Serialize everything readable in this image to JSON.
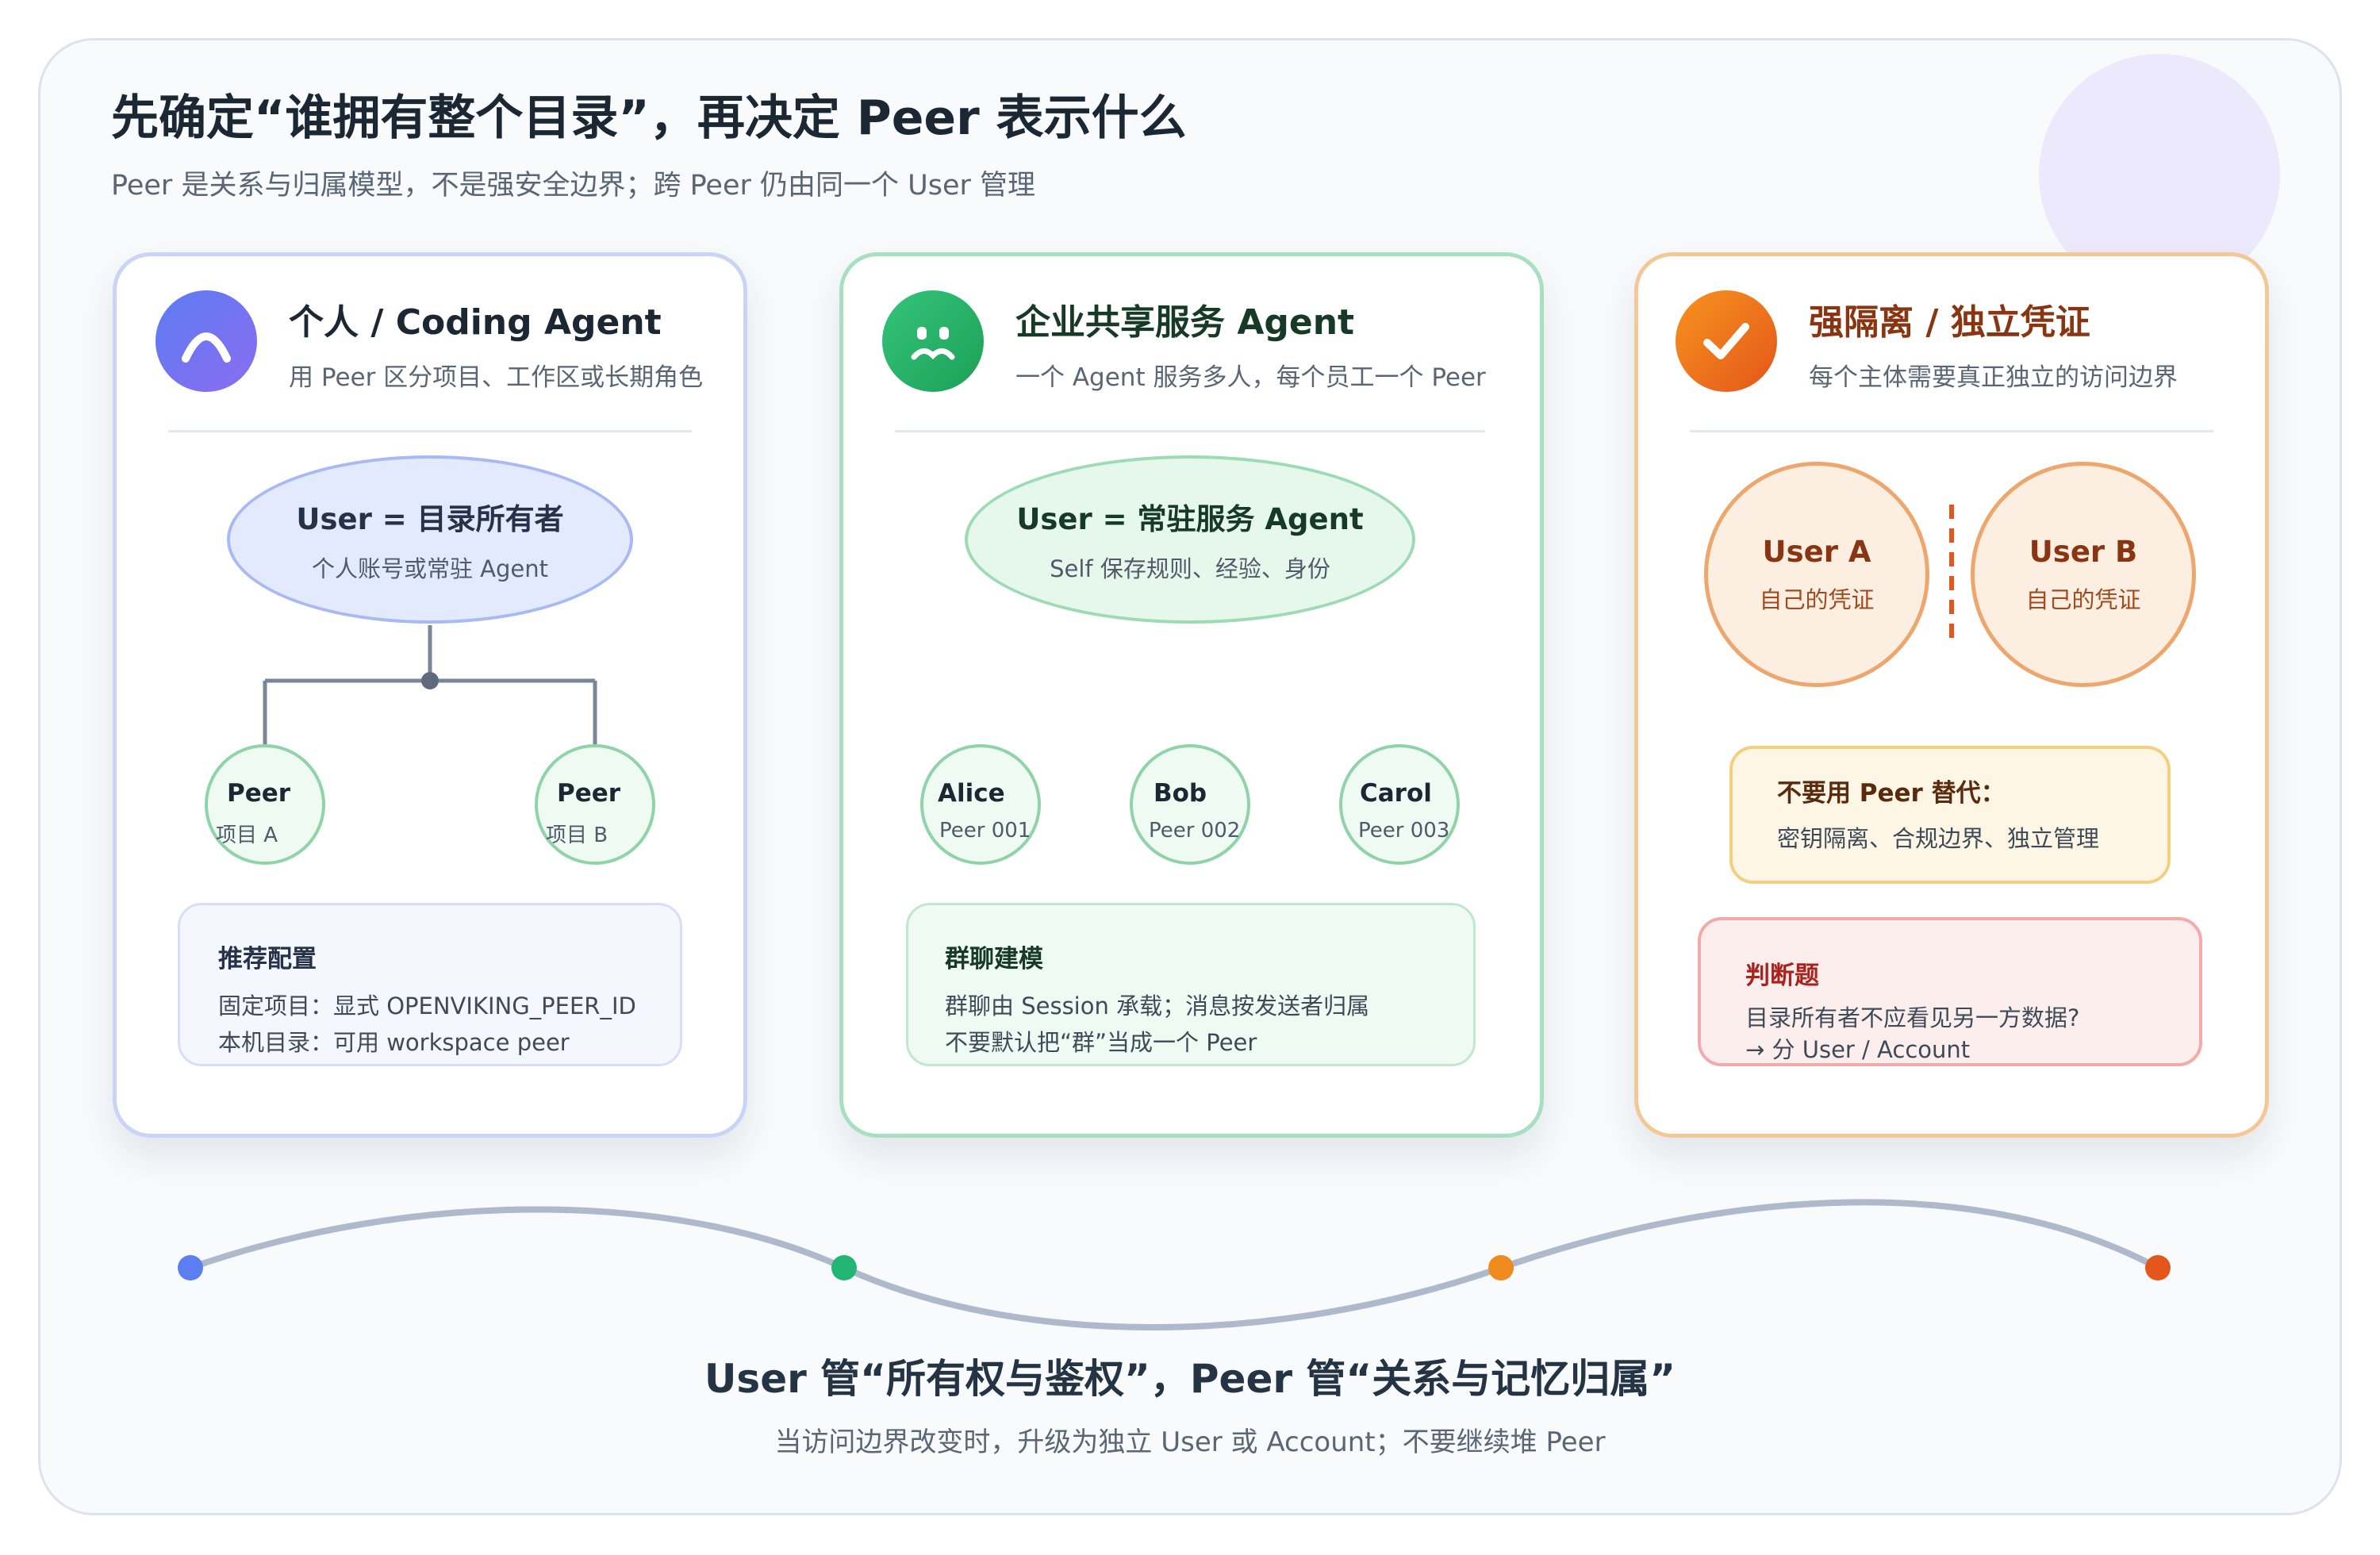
{
  "header": {
    "title": "先确定“谁拥有整个目录”，再决定 Peer 表示什么",
    "subtitle": "Peer 是关系与归属模型，不是强安全边界；跨 Peer 仍由同一个 User 管理"
  },
  "cards": [
    {
      "title": "个人 / Coding Agent",
      "subtitle": "用 Peer 区分项目、工作区或长期角色",
      "icon": "arch-icon",
      "owner": {
        "title": "User = 目录所有者",
        "subtitle": "个人账号或常驻 Agent"
      },
      "peers": [
        {
          "name": "Peer",
          "sub": "项目 A"
        },
        {
          "name": "Peer",
          "sub": "项目 B"
        }
      ],
      "note": {
        "heading": "推荐配置",
        "lines": [
          "固定项目：显式 OPENVIKING_PEER_ID",
          "本机目录：可用 workspace peer"
        ]
      }
    },
    {
      "title": "企业共享服务 Agent",
      "subtitle": "一个 Agent 服务多人，每个员工一个 Peer",
      "icon": "face-icon",
      "owner": {
        "title": "User = 常驻服务 Agent",
        "subtitle": "Self 保存规则、经验、身份"
      },
      "peers": [
        {
          "name": "Alice",
          "sub": "Peer 001"
        },
        {
          "name": "Bob",
          "sub": "Peer 002"
        },
        {
          "name": "Carol",
          "sub": "Peer 003"
        }
      ],
      "note": {
        "heading": "群聊建模",
        "lines": [
          "群聊由 Session 承载；消息按发送者归属",
          "不要默认把“群”当成一个 Peer"
        ]
      }
    },
    {
      "title": "强隔离 / 独立凭证",
      "subtitle": "每个主体需要真正独立的访问边界",
      "icon": "check-icon",
      "users": [
        {
          "name": "User A",
          "sub": "自己的凭证"
        },
        {
          "name": "User B",
          "sub": "自己的凭证"
        }
      ],
      "warning": {
        "heading": "不要用 Peer 替代：",
        "line": "密钥隔离、合规边界、独立管理"
      },
      "judge": {
        "heading": "判断题",
        "lines": [
          "目录所有者不应看见另一方数据?",
          "→ 分 User / Account"
        ]
      }
    }
  ],
  "footer": {
    "title": "User 管“所有权与鉴权”，Peer 管“关系与记忆归属”",
    "subtitle": "当访问边界改变时，升级为独立 User 或 Account；不要继续堆 Peer"
  },
  "colors": {
    "blue": "#6d7cf3",
    "green": "#2ab568",
    "orange": "#f08a1c",
    "red_orange": "#e4561a",
    "card1_title": "#1b2733",
    "card2_title": "#163a26",
    "card3_title": "#8a3512",
    "connector": "#7a8699",
    "wave": "#aeb9cc"
  }
}
